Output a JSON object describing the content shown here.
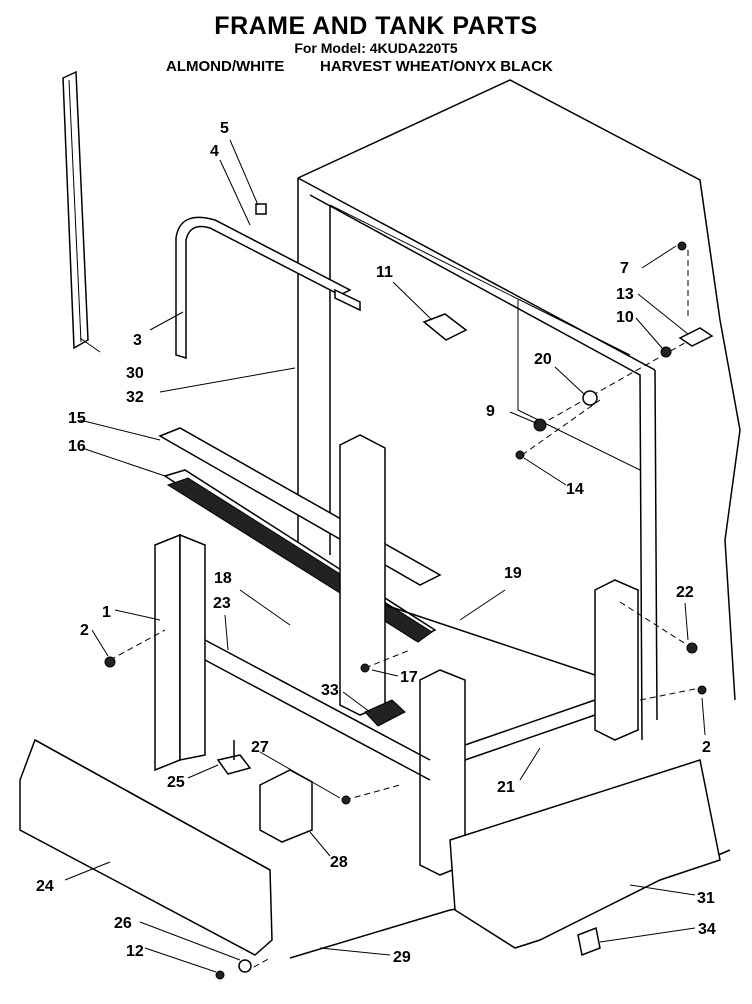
{
  "header": {
    "title": "FRAME AND TANK PARTS",
    "model": "For Model: 4KUDA220T5",
    "colors": [
      "ALMOND/WHITE",
      "HARVEST WHEAT/ONYX BLACK"
    ]
  },
  "callouts": [
    "1",
    "2",
    "2",
    "3",
    "4",
    "5",
    "7",
    "9",
    "10",
    "11",
    "12",
    "13",
    "14",
    "15",
    "16",
    "17",
    "18",
    "19",
    "20",
    "21",
    "22",
    "23",
    "24",
    "25",
    "26",
    "27",
    "28",
    "29",
    "30",
    "31",
    "32",
    "33",
    "34"
  ]
}
